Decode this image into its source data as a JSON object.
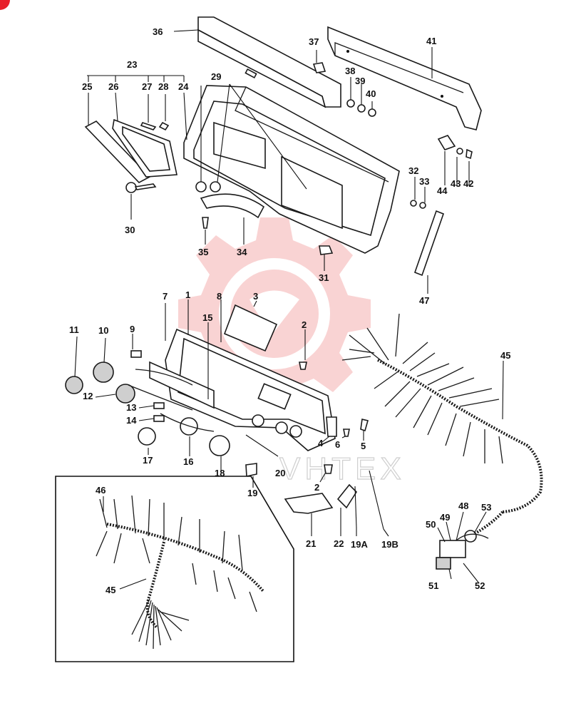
{
  "brand_color": "#e8202a",
  "watermark": {
    "icon": "gear-logo-icon",
    "color": "#f3b3b3",
    "text": "VHTEX"
  },
  "labels": [
    "1",
    "2",
    "2",
    "3",
    "4",
    "5",
    "6",
    "7",
    "8",
    "9",
    "10",
    "11",
    "12",
    "13",
    "14",
    "15",
    "16",
    "17",
    "18",
    "19",
    "19A",
    "19B",
    "20",
    "21",
    "22",
    "23",
    "24",
    "25",
    "26",
    "27",
    "28",
    "29",
    "30",
    "31",
    "32",
    "33",
    "34",
    "35",
    "36",
    "37",
    "38",
    "39",
    "40",
    "41",
    "42",
    "43",
    "44",
    "45",
    "45",
    "46",
    "47",
    "48",
    "49",
    "50",
    "51",
    "52",
    "53"
  ]
}
